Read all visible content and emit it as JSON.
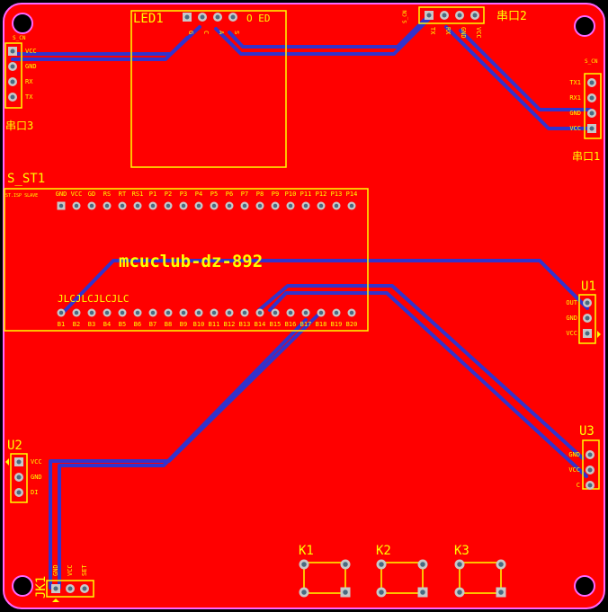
{
  "board": {
    "title": "mcuclub-dz-892",
    "silk_jlc": "JLCJLCJLCJLC",
    "colors": {
      "board": "#ff0000",
      "outline": "#ff66ff",
      "silk": "#ffff00",
      "trace": "#3333cc",
      "pad_copper": "#c8c8c8",
      "pad_hole": "#4a6a80"
    }
  },
  "components": {
    "led1": {
      "designator": "LED1",
      "silk": "O  ED",
      "pins": [
        "G",
        "C",
        "A",
        "S"
      ]
    },
    "uart2": {
      "designator": "串口2",
      "small": "S_CN",
      "pins": [
        "TX",
        "RX",
        "GND",
        "VCC"
      ]
    },
    "uart3": {
      "designator": "串口3",
      "small": "S_CN",
      "pins": [
        "VCC",
        "GND",
        "RX",
        "TX"
      ]
    },
    "uart1": {
      "designator": "串口1",
      "small": "S_CN",
      "pins": [
        "TX1",
        "RX1",
        "GND",
        "VCC"
      ]
    },
    "s_st1": {
      "designator": "S_ST1",
      "top_pins": [
        "GND",
        "VCC",
        "GD",
        "RS",
        "RT",
        "RS1",
        "P1",
        "P2",
        "P3",
        "P4",
        "P5",
        "P6",
        "P7",
        "P8",
        "P9",
        "P10",
        "P11",
        "P12",
        "P13",
        "P14"
      ],
      "bottom_pins": [
        "B1",
        "B2",
        "B3",
        "B4",
        "B5",
        "B6",
        "B7",
        "B8",
        "B9",
        "B10",
        "B11",
        "B12",
        "B13",
        "B14",
        "B15",
        "B16",
        "B17",
        "B18",
        "B19",
        "B20"
      ],
      "top_left_label": "ST.ISP  SLAVE"
    },
    "u1": {
      "designator": "U1",
      "pins": [
        "OUT",
        "GND",
        "VCC"
      ]
    },
    "u2": {
      "designator": "U2",
      "pins": [
        "VCC",
        "GND",
        "DI"
      ]
    },
    "u3": {
      "designator": "U3",
      "pins": [
        "GND",
        "VCC",
        "C"
      ]
    },
    "jk1": {
      "designator": "JK1",
      "pins": [
        "GND",
        "VCC",
        "SET"
      ]
    },
    "k1": {
      "designator": "K1"
    },
    "k2": {
      "designator": "K2"
    },
    "k3": {
      "designator": "K3"
    }
  }
}
